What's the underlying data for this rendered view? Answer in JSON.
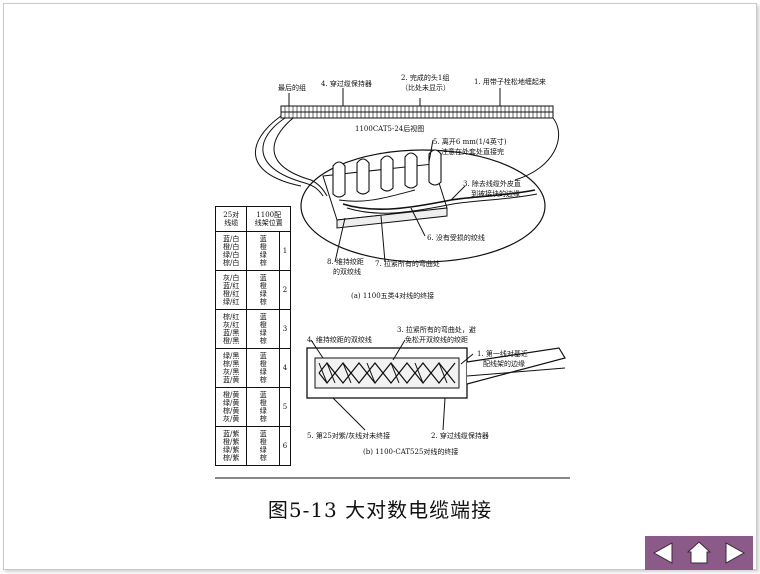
{
  "figure": {
    "top": {
      "label_last_pair": "最后的组",
      "label_4": "4. 穿过缆保持器",
      "label_2_line1": "2. 完成的头1组",
      "label_2_line2": "（比处未显示）",
      "label_1": "1. 用带子栓松地缠起来",
      "caption": "1100CAT5-24后视图"
    },
    "middle": {
      "label_5_line1": "5. 离开6 mm(1/4英寸)",
      "label_5_line2": "注意在外套处直接完",
      "label_3_line1": "3. 除去线缆外皮直",
      "label_3_line2": "到被接块的边缘",
      "label_6": "6. 没有受损的绞线",
      "label_8_line1": "8. 维持绞距",
      "label_8_line2": "的双绞线",
      "label_7": "7. 拉紧所有的弯曲处",
      "subcaption": "(a) 1100五类4对线的终接"
    },
    "bottom": {
      "label_3_line1": "3. 拉紧所有的弯曲处，避",
      "label_3_line2": "免松开双绞线的绞距",
      "label_4": "4. 维持绞距的双绞线",
      "label_1_line1": "1. 第一线对基近",
      "label_1_line2": "配线架的边缘",
      "label_5": "5. 第25对紫/灰线对未终接",
      "label_2": "2. 穿过线缆保持器",
      "subcaption": "(b) 1100-CAT525对线的终接"
    },
    "table": {
      "header_col1_line1": "25对",
      "header_col1_line2": "线缆",
      "header_col2_line1": "1100配",
      "header_col2_line2": "线架位置",
      "rows": [
        {
          "pairs": [
            "蓝/白",
            "橙/白",
            "绿/白",
            "棕/白"
          ],
          "colors": [
            "蓝",
            "橙",
            "绿",
            "棕"
          ],
          "position": "1"
        },
        {
          "pairs": [
            "灰/白",
            "蓝/红",
            "橙/红",
            "绿/红"
          ],
          "colors": [
            "蓝",
            "橙",
            "绿",
            "棕"
          ],
          "position": "2"
        },
        {
          "pairs": [
            "棕/红",
            "灰/红",
            "蓝/黑",
            "橙/黑"
          ],
          "colors": [
            "蓝",
            "橙",
            "绿",
            "棕"
          ],
          "position": "3"
        },
        {
          "pairs": [
            "绿/黑",
            "棕/黑",
            "灰/黑",
            "蓝/黄"
          ],
          "colors": [
            "蓝",
            "橙",
            "绿",
            "棕"
          ],
          "position": "4"
        },
        {
          "pairs": [
            "橙/黄",
            "绿/黄",
            "棕/黄",
            "灰/黄"
          ],
          "colors": [
            "蓝",
            "橙",
            "绿",
            "棕"
          ],
          "position": "5"
        },
        {
          "pairs": [
            "蓝/紫",
            "橙/紫",
            "绿/紫",
            "棕/紫"
          ],
          "colors": [
            "蓝",
            "橙",
            "绿",
            "棕"
          ],
          "position": "6"
        }
      ]
    }
  },
  "caption": "图5-13  大对数电缆端接",
  "nav": {
    "background": "#8c5a88",
    "icons": [
      "prev-arrow-icon",
      "home-icon",
      "next-arrow-icon"
    ]
  }
}
